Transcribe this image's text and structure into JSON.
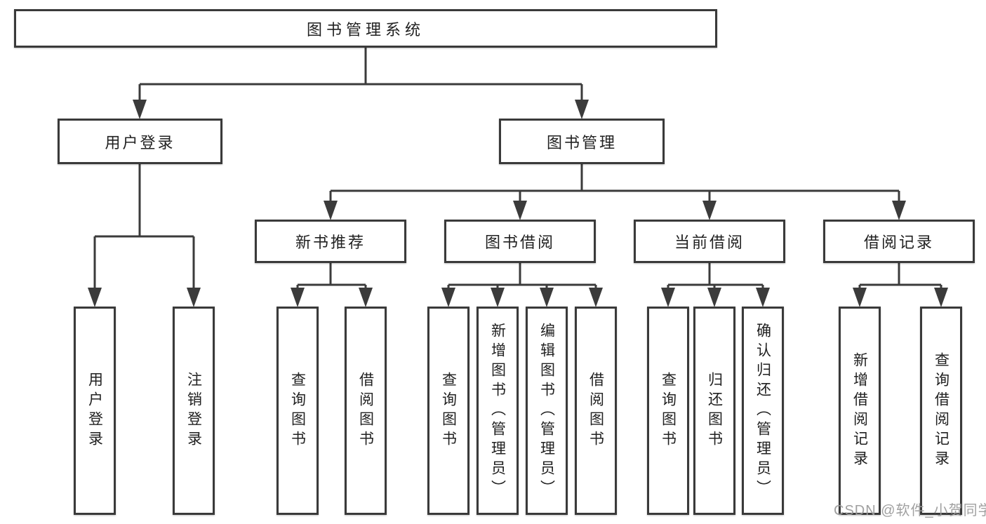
{
  "colors": {
    "background": "#ffffff",
    "line": "#3b3b3b",
    "box_border": "#3a3a3a",
    "text": "#212121",
    "watermark": "#9b9b9b"
  },
  "watermark": {
    "text": "CSDN @软件_小贺同学"
  },
  "tree": {
    "label": "图书管理系统",
    "children": [
      {
        "label": "用户登录",
        "children": [
          {
            "label": "用户登录"
          },
          {
            "label": "注销登录"
          }
        ]
      },
      {
        "label": "图书管理",
        "children": [
          {
            "label": "新书推荐",
            "children": [
              {
                "label": "查询图书"
              },
              {
                "label": "借阅图书"
              }
            ]
          },
          {
            "label": "图书借阅",
            "children": [
              {
                "label": "查询图书"
              },
              {
                "label": "新增图书（管理员）"
              },
              {
                "label": "编辑图书（管理员）"
              },
              {
                "label": "借阅图书"
              }
            ]
          },
          {
            "label": "当前借阅",
            "children": [
              {
                "label": "查询图书"
              },
              {
                "label": "归还图书"
              },
              {
                "label": "确认归还（管理员）"
              }
            ]
          },
          {
            "label": "借阅记录",
            "children": [
              {
                "label": "新增借阅记录"
              },
              {
                "label": "查询借阅记录"
              }
            ]
          }
        ]
      }
    ]
  }
}
